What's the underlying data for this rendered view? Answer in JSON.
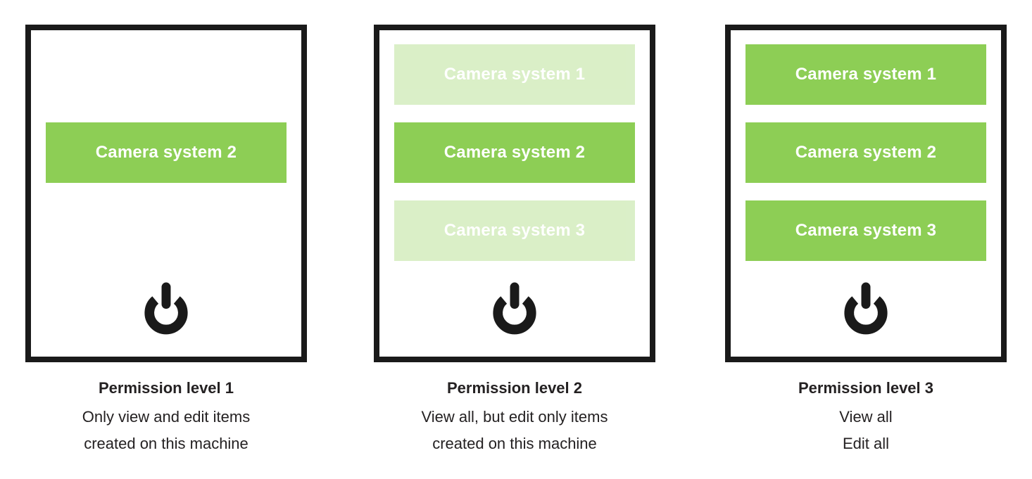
{
  "colors": {
    "accent_green": "#8dce55",
    "faded_green_bg": "#ddeec8",
    "frame_border": "#1a1a1a",
    "caption_text": "#242122",
    "button_text": "#ffffff"
  },
  "panels": [
    {
      "caption_title": "Permission level 1",
      "caption_lines": [
        "Only view and edit items",
        "created on this machine"
      ],
      "slots": [
        {
          "label": "",
          "state": "empty"
        },
        {
          "label": "Camera system 2",
          "state": "active"
        },
        {
          "label": "",
          "state": "empty"
        }
      ],
      "power_icon": "power-icon"
    },
    {
      "caption_title": "Permission level 2",
      "caption_lines": [
        "View all, but edit only items",
        "created on this machine"
      ],
      "slots": [
        {
          "label": "Camera system 1",
          "state": "faded"
        },
        {
          "label": "Camera system 2",
          "state": "active"
        },
        {
          "label": "Camera system 3",
          "state": "faded"
        }
      ],
      "power_icon": "power-icon"
    },
    {
      "caption_title": "Permission level 3",
      "caption_lines": [
        "View all",
        "Edit all"
      ],
      "slots": [
        {
          "label": "Camera system 1",
          "state": "active"
        },
        {
          "label": "Camera system 2",
          "state": "active"
        },
        {
          "label": "Camera system 3",
          "state": "active"
        }
      ],
      "power_icon": "power-icon"
    }
  ]
}
